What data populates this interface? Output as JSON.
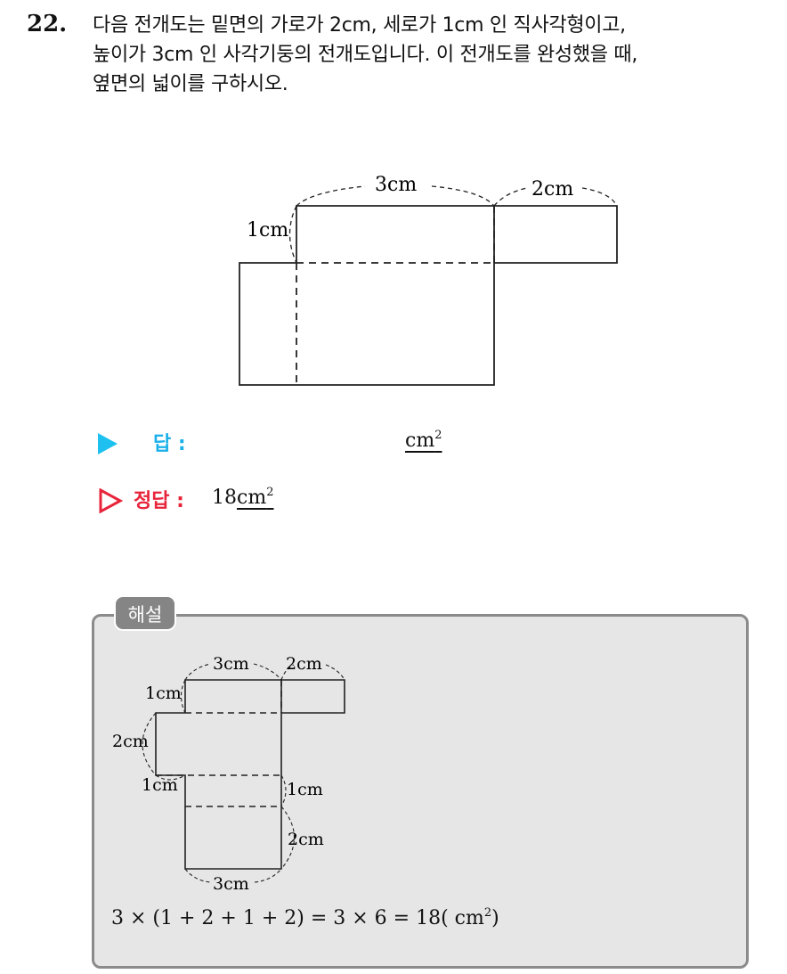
{
  "question": {
    "number": "22.",
    "lines": [
      "다음 전개도는 밑면의 가로가 2cm, 세로가 1cm 인 직사각형이고,",
      "높이가 3cm 인 사각기둥의 전개도입니다. 이 전개도를 완성했을 때,",
      "옆면의 넓이를 구하시오."
    ]
  },
  "figure1": {
    "label_top_left": "3cm",
    "label_top_right": "2cm",
    "label_side": "1cm"
  },
  "answer": {
    "label": "답 :",
    "unit": "cm",
    "unit_exp": "2"
  },
  "correct": {
    "label": "정답 :",
    "value": "18",
    "unit": "cm",
    "unit_exp": "2"
  },
  "explanation": {
    "tab_label": "해설",
    "figure_labels": {
      "top_3cm": "3cm",
      "top_2cm": "2cm",
      "left_1cm": "1cm",
      "left_2cm": "2cm",
      "left_1cm_b": "1cm",
      "right_1cm": "1cm",
      "right_2cm": "2cm",
      "bottom_3cm": "3cm"
    },
    "formula_main": "3 × (1 + 2 + 1 + 2) = 3 × 6 = 18( cm",
    "formula_exp": "2",
    "formula_end": ")"
  },
  "colors": {
    "answer_accent": "#1ec0f0",
    "correct_accent": "#e8243b",
    "box_bg": "#e6e6e6",
    "box_border": "#8b8b8b"
  }
}
